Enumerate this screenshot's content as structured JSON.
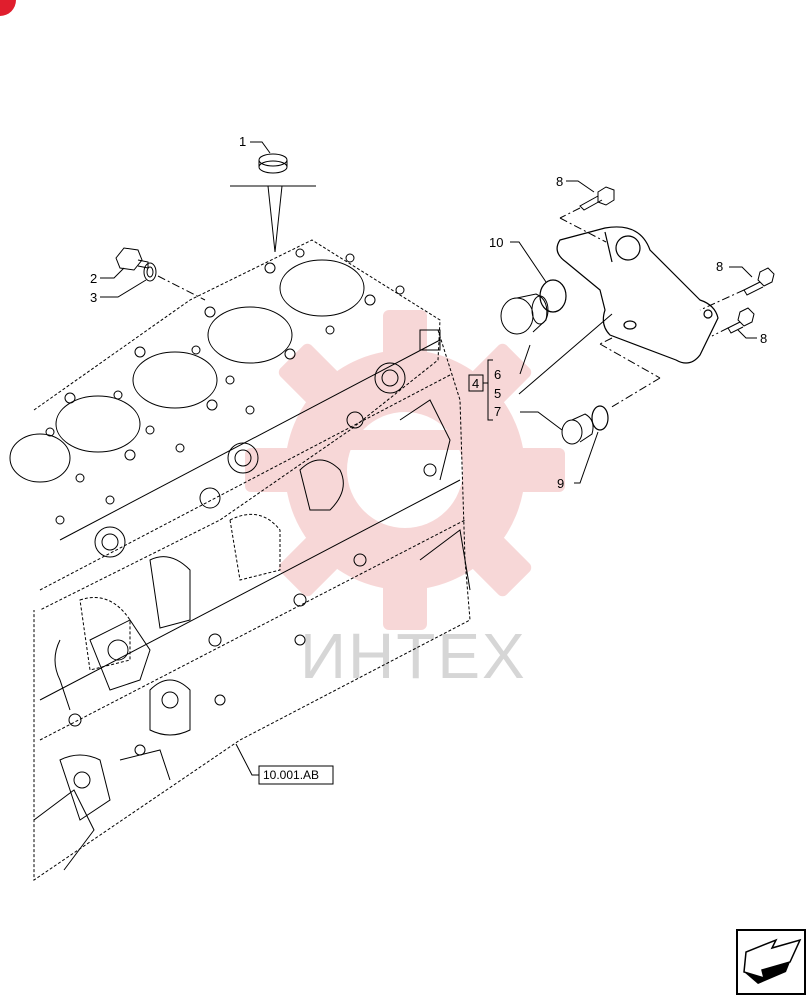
{
  "callouts": {
    "c1": "1",
    "c2": "2",
    "c3": "3",
    "c4": "4",
    "c5": "5",
    "c6": "6",
    "c7": "7",
    "c8a": "8",
    "c8b": "8",
    "c8c": "8",
    "c9": "9",
    "c10": "10"
  },
  "reference_label": "10.001.AB",
  "watermark": {
    "text": "ИНТЕХ",
    "color": "#f4c7c7"
  },
  "colors": {
    "line": "#000000",
    "watermark_red": "#f2b8b8",
    "badge_red": "#e01e2d"
  },
  "icons": {
    "nav": "next-page-arrow-icon"
  }
}
